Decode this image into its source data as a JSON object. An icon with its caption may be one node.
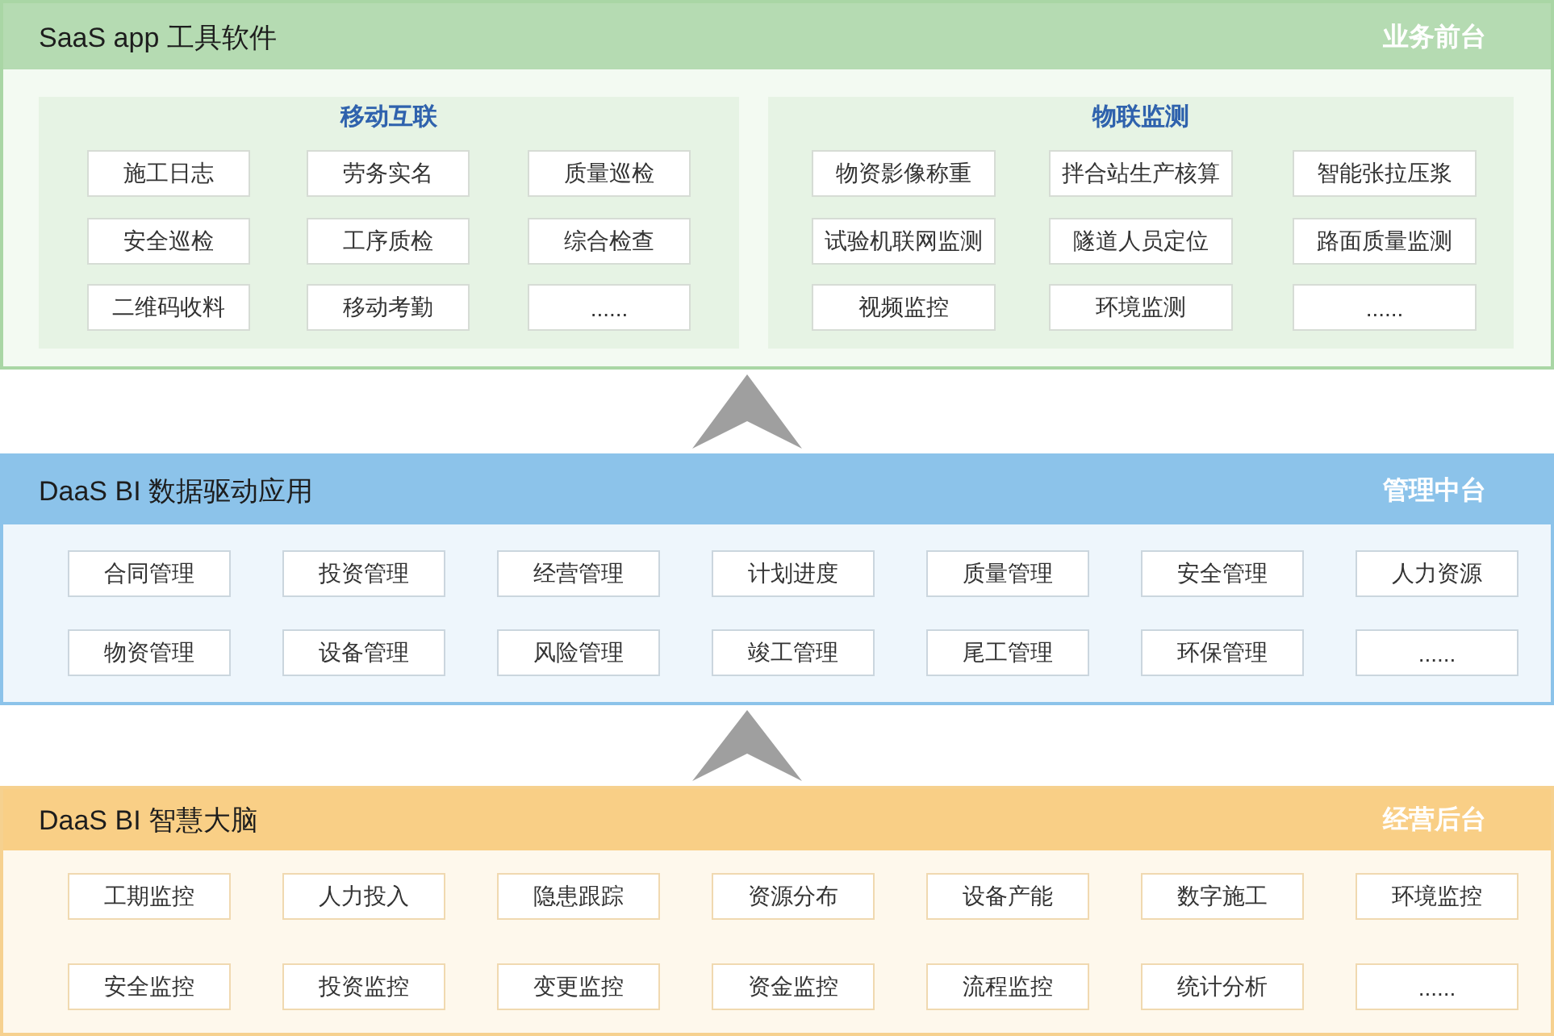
{
  "diagram": {
    "nodes": [
      {
        "text": [
          "SaaS app 工具软件",
          "业务前台"
        ]
      },
      {
        "text": [
          "移动互联"
        ],
        "in": 0
      },
      {
        "text": [
          "施工日志"
        ],
        "in": 1
      },
      {
        "text": [
          "劳务实名"
        ],
        "in": 1
      },
      {
        "text": [
          "质量巡检"
        ],
        "in": 1
      },
      {
        "text": [
          "安全巡检"
        ],
        "in": 1
      },
      {
        "text": [
          "工序质检"
        ],
        "in": 1
      },
      {
        "text": [
          "综合检查"
        ],
        "in": 1
      },
      {
        "text": [
          "二维码收料"
        ],
        "in": 1
      },
      {
        "text": [
          "移动考勤"
        ],
        "in": 1
      },
      {
        "text": [
          "......"
        ],
        "in": 1
      },
      {
        "text": [
          "物联监测"
        ],
        "in": 0
      },
      {
        "text": [
          "物资影像称重"
        ],
        "in": 11
      },
      {
        "text": [
          "拌合站生产核算"
        ],
        "in": 11
      },
      {
        "text": [
          "智能张拉压浆"
        ],
        "in": 11
      },
      {
        "text": [
          "试验机联网监测"
        ],
        "in": 11
      },
      {
        "text": [
          "隧道人员定位"
        ],
        "in": 11
      },
      {
        "text": [
          "路面质量监测"
        ],
        "in": 11
      },
      {
        "text": [
          "视频监控"
        ],
        "in": 11
      },
      {
        "text": [
          "环境监测"
        ],
        "in": 11
      },
      {
        "text": [
          "......"
        ],
        "in": 11
      },
      {
        "text": [
          "DaaS BI 数据驱动应用",
          "管理中台"
        ]
      },
      {
        "text": [
          "合同管理"
        ],
        "in": 21
      },
      {
        "text": [
          "投资管理"
        ],
        "in": 21
      },
      {
        "text": [
          "经营管理"
        ],
        "in": 21
      },
      {
        "text": [
          "计划进度"
        ],
        "in": 21
      },
      {
        "text": [
          "质量管理"
        ],
        "in": 21
      },
      {
        "text": [
          "安全管理"
        ],
        "in": 21
      },
      {
        "text": [
          "人力资源"
        ],
        "in": 21
      },
      {
        "text": [
          "物资管理"
        ],
        "in": 21
      },
      {
        "text": [
          "设备管理"
        ],
        "in": 21
      },
      {
        "text": [
          "风险管理"
        ],
        "in": 21
      },
      {
        "text": [
          "竣工管理"
        ],
        "in": 21
      },
      {
        "text": [
          "尾工管理"
        ],
        "in": 21
      },
      {
        "text": [
          "环保管理"
        ],
        "in": 21
      },
      {
        "text": [
          "......"
        ],
        "in": 21
      },
      {
        "text": [
          "DaaS BI 智慧大脑",
          "经营后台"
        ]
      },
      {
        "text": [
          "工期监控"
        ],
        "in": 36
      },
      {
        "text": [
          "人力投入"
        ],
        "in": 36
      },
      {
        "text": [
          "隐患跟踪"
        ],
        "in": 36
      },
      {
        "text": [
          "资源分布"
        ],
        "in": 36
      },
      {
        "text": [
          "设备产能"
        ],
        "in": 36
      },
      {
        "text": [
          "数字施工"
        ],
        "in": 36
      },
      {
        "text": [
          "环境监控"
        ],
        "in": 36
      },
      {
        "text": [
          "安全监控"
        ],
        "in": 36
      },
      {
        "text": [
          "投资监控"
        ],
        "in": 36
      },
      {
        "text": [
          "变更监控"
        ],
        "in": 36
      },
      {
        "text": [
          "资金监控"
        ],
        "in": 36
      },
      {
        "text": [
          "流程监控"
        ],
        "in": 36
      },
      {
        "text": [
          "统计分析"
        ],
        "in": 36
      },
      {
        "text": [
          "......"
        ],
        "in": 36
      }
    ],
    "edges": [
      {
        "from": 36,
        "to": 21,
        "arrow": "to"
      },
      {
        "from": 21,
        "to": 0,
        "arrow": "to"
      }
    ]
  }
}
